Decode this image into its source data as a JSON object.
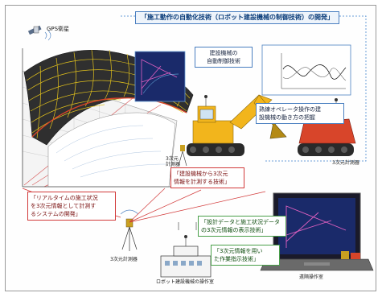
{
  "title": "「施工動作の自動化技術（ロボット建設機械の制御技術）の開発」",
  "labels": {
    "gps_satellite": "GPS衛星",
    "measuring_device_right": "3次元計測器",
    "measuring_device_center": "3次元\n計測器",
    "measuring_device_bottom": "3次元計測器",
    "robot_station": "ロボット建設機械の操作室",
    "pc_caption": "遠隔操作室"
  },
  "boxes": {
    "auto_control": "建設機械の\n自動制御技術",
    "operator_modeling": "熟練オペレータ操作の建\n設機械の動き方の把握",
    "machine_to_3d": "「建設機械から3次元\n情報を計測する技術」",
    "realtime_3d": "「リアルタイムの施工状況\nを3次元情報として計測す\nるシステムの開発」",
    "design_vs_construction": "「設計データと施工状況データ\nの3次元情報の表示技術」",
    "3d_utilization": "「3次元情報を用い\nた作業指示技術」"
  },
  "colors": {
    "box_blue": "#4a7fc0",
    "box_green": "#4aa04a",
    "box_red": "#d23a3a",
    "excavator_yellow": "#f2b51c",
    "crawler_red": "#d8452a",
    "terrain_mesh": "#e2c21c",
    "terrain_dark": "#2a2a2a"
  },
  "icons": [
    "gps-satellite-icon",
    "excavator-icon",
    "crawler-dozer-icon",
    "tripod-scanner-icon",
    "building-icon",
    "laptop-icon",
    "antenna-icon"
  ]
}
